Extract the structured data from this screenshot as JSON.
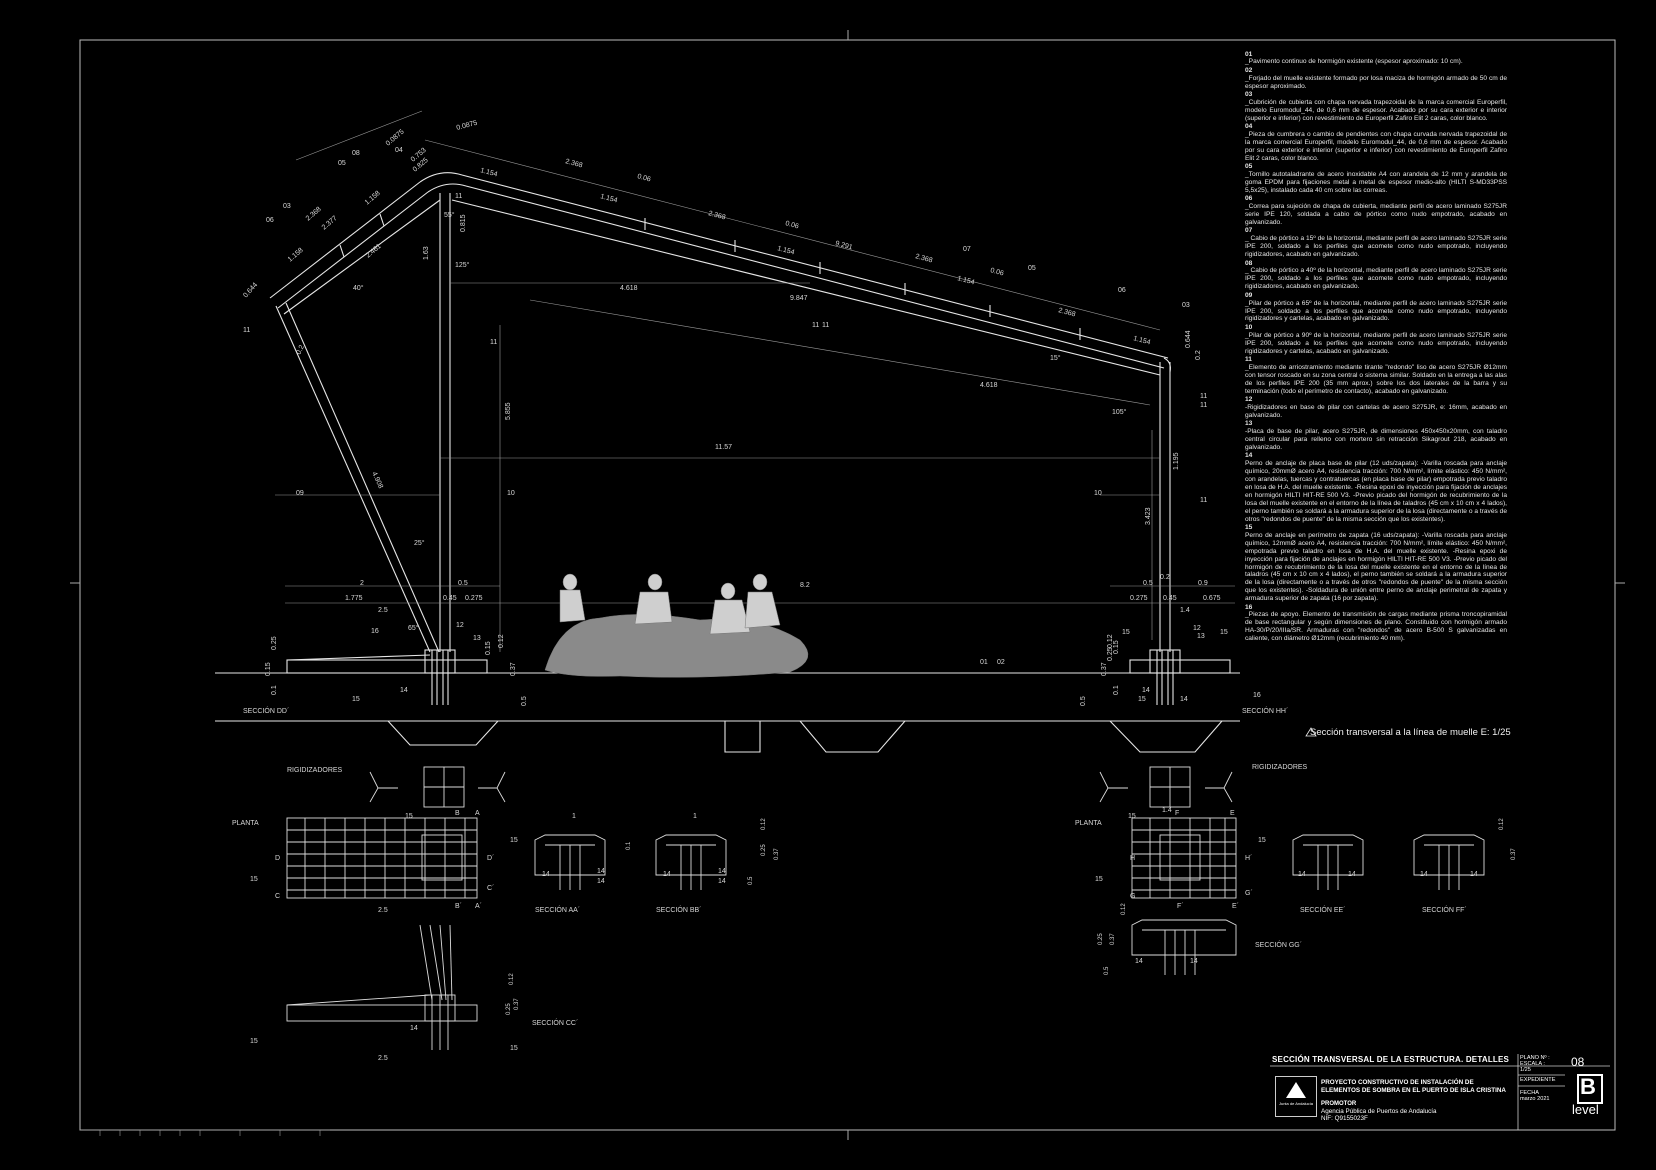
{
  "notes": [
    {
      "n": "01",
      "t": "_Pavimento continuo de hormigón existente (espesor aproximado: 10 cm)."
    },
    {
      "n": "02",
      "t": "_Forjado del muelle existente formado por losa maciza de hormigón armado de 50 cm de espesor aproximado."
    },
    {
      "n": "03",
      "t": "_Cubrición de cubierta con chapa nervada trapezoidal de la marca comercial Europerfil, modelo Euromodul_44, de 0,6 mm de espesor. Acabado por su cara exterior e interior (superior e inferior) con revestimiento de Europerfil Zafiro Elit 2 caras, color blanco."
    },
    {
      "n": "04",
      "t": "_Pieza de cumbrera o cambio de pendientes con chapa curvada nervada trapezoidal de la marca comercial Europerfil, modelo Euromodul_44, de 0,6 mm de espesor. Acabado por su cara exterior e interior (superior e inferior) con revestimiento de Europerfil Zafiro Elit 2 caras, color blanco."
    },
    {
      "n": "05",
      "t": "_Tornillo autotaladrante de acero inoxidable A4 con arandela de 12 mm y arandela de goma EPDM para fijaciones metal a metal de espesor medio-alto (HILTI S-MD33PSS 5,5x25), instalado cada 40 cm sobre las correas."
    },
    {
      "n": "06",
      "t": "_Correa para sujeción de chapa de cubierta, mediante perfil de acero laminado S275JR serie IPE 120, soldada a cabio de pórtico como nudo empotrado, acabado en galvanizado."
    },
    {
      "n": "07",
      "t": "_ Cabio de pórtico a 15º de la horizontal, mediante perfil de acero laminado S275JR serie IPE 200, soldado a los perfiles que acomete como nudo empotrado, incluyendo rigidizadores, acabado en galvanizado."
    },
    {
      "n": "08",
      "t": "_ Cabio de pórtico a 40º de la horizontal, mediante perfil de acero laminado S275JR serie IPE 200, soldado a los perfiles que acomete como nudo empotrado, incluyendo rigidizadores, acabado en galvanizado."
    },
    {
      "n": "09",
      "t": "_Pilar de pórtico a 65º de la horizontal, mediante perfil de acero laminado S275JR serie IPE 200, soldado a los perfiles que acomete como nudo empotrado, incluyendo rigidizadores y cartelas, acabado en galvanizado."
    },
    {
      "n": "10",
      "t": "_Pilar de pórtico a 90º de la horizontal, mediante perfil de acero laminado S275JR serie IPE 200, soldado a los perfiles que acomete como nudo empotrado, incluyendo rigidizadores y cartelas, acabado en galvanizado."
    },
    {
      "n": "11",
      "t": "_Elemento de arriostramiento mediante tirante \"redondo\" liso de acero S275JR Ø12mm con tensor roscado en su zona central o sistema similar. Soldado en la entrega a las alas de los perfiles IPE 200 (35 mm aprox.) sobre los dos laterales de la barra y su terminación (todo el perímetro de contacto), acabado en galvanizado."
    },
    {
      "n": "12",
      "t": "-Rigidizadores en base de pilar con cartelas de acero S275JR, e: 16mm, acabado en galvanizado."
    },
    {
      "n": "13",
      "t": "-Placa de base de pilar, acero S275JR, de dimensiones 450x450x20mm, con taladro central circular para relleno con mortero sin retracción Sikagrout 218, acabado en galvanizado."
    },
    {
      "n": "14",
      "t": "Perno de anclaje de placa base de pilar (12 uds/zapata): -Varilla roscada para anclaje químico, 20mmØ acero A4, resistencia tracción: 700 N/mm², límite elástico: 450 N/mm², con arandelas, tuercas y contratuercas (en placa base de pilar) empotrada previo taladro en losa de H.A. del muelle existente. -Resina epoxi de inyección para fijación de anclajes en hormigón HILTI HIT-RE 500 V3. -Previo picado del hormigón de recubrimiento de la losa del muelle existente en el entorno de la línea de taladros (45 cm x 10 cm x 4 lados), el perno también se soldará a la armadura superior de la losa (directamente o a través de otros \"redondos de puente\" de la misma sección que los existentes)."
    },
    {
      "n": "15",
      "t": "Perno de anclaje en perímetro de zapata (16 uds/zapata): -Varilla roscada para anclaje químico, 12mmØ acero A4, resistencia tracción: 700 N/mm², límite elástico: 450 N/mm², empotrada previo taladro en losa de H.A. del muelle existente. -Resina epoxi de inyección para fijación de anclajes en hormigón HILTI HIT-RE 500 V3. -Previo picado del hormigón de recubrimiento de la losa del muelle existente en el entorno de la línea de taladros (45 cm x 10 cm x 4 lados), el perno también se soldará a la armadura superior de la losa (directamente o a través de otros \"redondos de puente\" de la misma sección que los existentes). -Soldadura de unión entre perno de anclaje perimetral de zapata y armadura superior de zapata (16 por zapata)."
    },
    {
      "n": "16",
      "t": "_Piezas de apoyo. Elemento de transmisión de cargas mediante prisma troncopiramidal de base rectangular y según dimensiones de plano. Constituido con hormigón armado HA-30/P/20/IIIa/SR. Armaduras con \"redondos\" de acero B-500 S galvanizadas en caliente, con diámetro Ø12mm (recubrimiento 40 mm)."
    }
  ],
  "caption": "Sección transversal a la línea de muelle E: 1/25",
  "labels": {
    "dims_top": [
      "0.0875",
      "2.368",
      "0.06",
      "1.154",
      "1.154",
      "2.368",
      "0.06",
      "1.154",
      "9.291",
      "2.368",
      "1.154",
      "0.06",
      "2.368",
      "1.154",
      "0.753",
      "0.825",
      "0.0875",
      "1.158",
      "2.377",
      "2.368",
      "1.158",
      "2.461",
      "0.644",
      "0.2",
      "1.63",
      "0.815",
      "4.618",
      "9.847",
      "4.618",
      "0.644",
      "0.2"
    ],
    "angles": [
      "40°",
      "55°",
      "125°",
      "15°",
      "105°",
      "25°",
      "65°"
    ],
    "dims_mid": [
      "11.57",
      "5.855",
      "4.908",
      "1.195",
      "3.423",
      "8.2"
    ],
    "dims_base_left": [
      "2",
      "0.5",
      "1.775",
      "0.45",
      "0.275",
      "2.5"
    ],
    "dims_base_right": [
      "0.5",
      "0.2",
      "0.9",
      "0.275",
      "0.45",
      "0.675",
      "1.4"
    ],
    "callouts": [
      "01",
      "02",
      "03",
      "04",
      "05",
      "06",
      "07",
      "08",
      "09",
      "10",
      "11",
      "12",
      "13",
      "14",
      "15",
      "16"
    ],
    "v_dims": [
      "0.15",
      "0.25",
      "0.1",
      "0.15",
      "0.12",
      "0.37",
      "0.5",
      "0.12",
      "0.37",
      "0.25",
      "0.15",
      "0.1",
      "0.5"
    ],
    "sec_dd": "SECCIÓN DD´",
    "sec_hh": "SECCIÓN HH´",
    "rigid_left": "RIGIDIZADORES",
    "rigid_right": "RIGIDIZADORES",
    "planta_left": "PLANTA",
    "planta_right": "PLANTA",
    "sec_aa": "SECCIÓN AA´",
    "sec_bb": "SECCIÓN BB´",
    "sec_cc": "SECCIÓN CC´",
    "sec_ee": "SECCIÓN EE´",
    "sec_ff": "SECCIÓN FF´",
    "sec_gg": "SECCIÓN GG´",
    "letters": [
      "A",
      "B",
      "C",
      "D",
      "A´",
      "B´",
      "C´",
      "D´",
      "E",
      "F",
      "G",
      "H",
      "E´",
      "F´",
      "G´",
      "H´"
    ],
    "dim_1": "1",
    "dim_25": "2.5",
    "dim_14": "1.4",
    "dim_012": "0.12",
    "dim_037": "0.37",
    "dim_025": "0.25",
    "dim_01": "0.1",
    "dim_05": "0.5"
  },
  "title_block": {
    "title": "SECCIÓN TRANSVERSAL DE LA ESTRUCTURA. DETALLES",
    "project": "PROYECTO CONSTRUCTIVO DE INSTALACIÓN DE ELEMENTOS DE SOMBRA EN EL PUERTO DE ISLA CRISTINA",
    "promotor_label": "PROMOTOR",
    "promotor": "Agencia Pública de Puertos de Andalucía",
    "nif": "NIF: Q9155023F",
    "plano_label": "PLANO Nº :",
    "escala_label": "ESCALA :",
    "escala": "1/25",
    "expediente_label": "EXPEDIENTE",
    "fecha_label": "FECHA",
    "fecha": "marzo 2021",
    "sheet": "08",
    "junta": "Junta de Andalucía",
    "b_logo": "B",
    "level_logo": "level"
  }
}
